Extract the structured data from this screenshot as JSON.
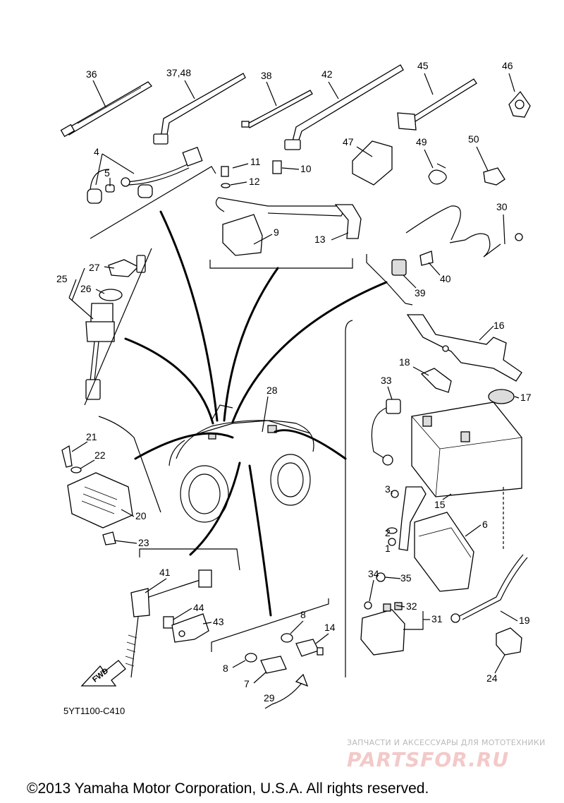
{
  "labels": {
    "l36": "36",
    "l3748": "37,48",
    "l38": "38",
    "l42": "42",
    "l45": "45",
    "l46": "46",
    "l4": "4",
    "l5": "5",
    "l11": "11",
    "l10": "10",
    "l12": "12",
    "l9": "9",
    "l13": "13",
    "l47": "47",
    "l49": "49",
    "l50": "50",
    "l30": "30",
    "l39": "39",
    "l40": "40",
    "l27": "27",
    "l25": "25",
    "l26": "26",
    "l16": "16",
    "l18": "18",
    "l17": "17",
    "l33": "33",
    "l28": "28",
    "l21": "21",
    "l22": "22",
    "l20": "20",
    "l23": "23",
    "l3": "3",
    "l15": "15",
    "l2": "2",
    "l6": "6",
    "l1": "1",
    "l34": "34",
    "l35": "35",
    "l32": "32",
    "l31": "31",
    "l19": "19",
    "l41": "41",
    "l44": "44",
    "l43": "43",
    "l8a": "8",
    "l14": "14",
    "l8b": "8",
    "l7": "7",
    "l29": "29",
    "l24": "24"
  },
  "fwd_label": "FWD",
  "diagram_code": "5YT1100-C410",
  "watermark": {
    "tagline": "ЗАПЧАСТИ И АКСЕССУАРЫ ДЛЯ МОТОТЕХНИКИ",
    "site": "PARTSFOR.RU"
  },
  "copyright": "©2013 Yamaha Motor Corporation, U.S.A. All rights reserved."
}
